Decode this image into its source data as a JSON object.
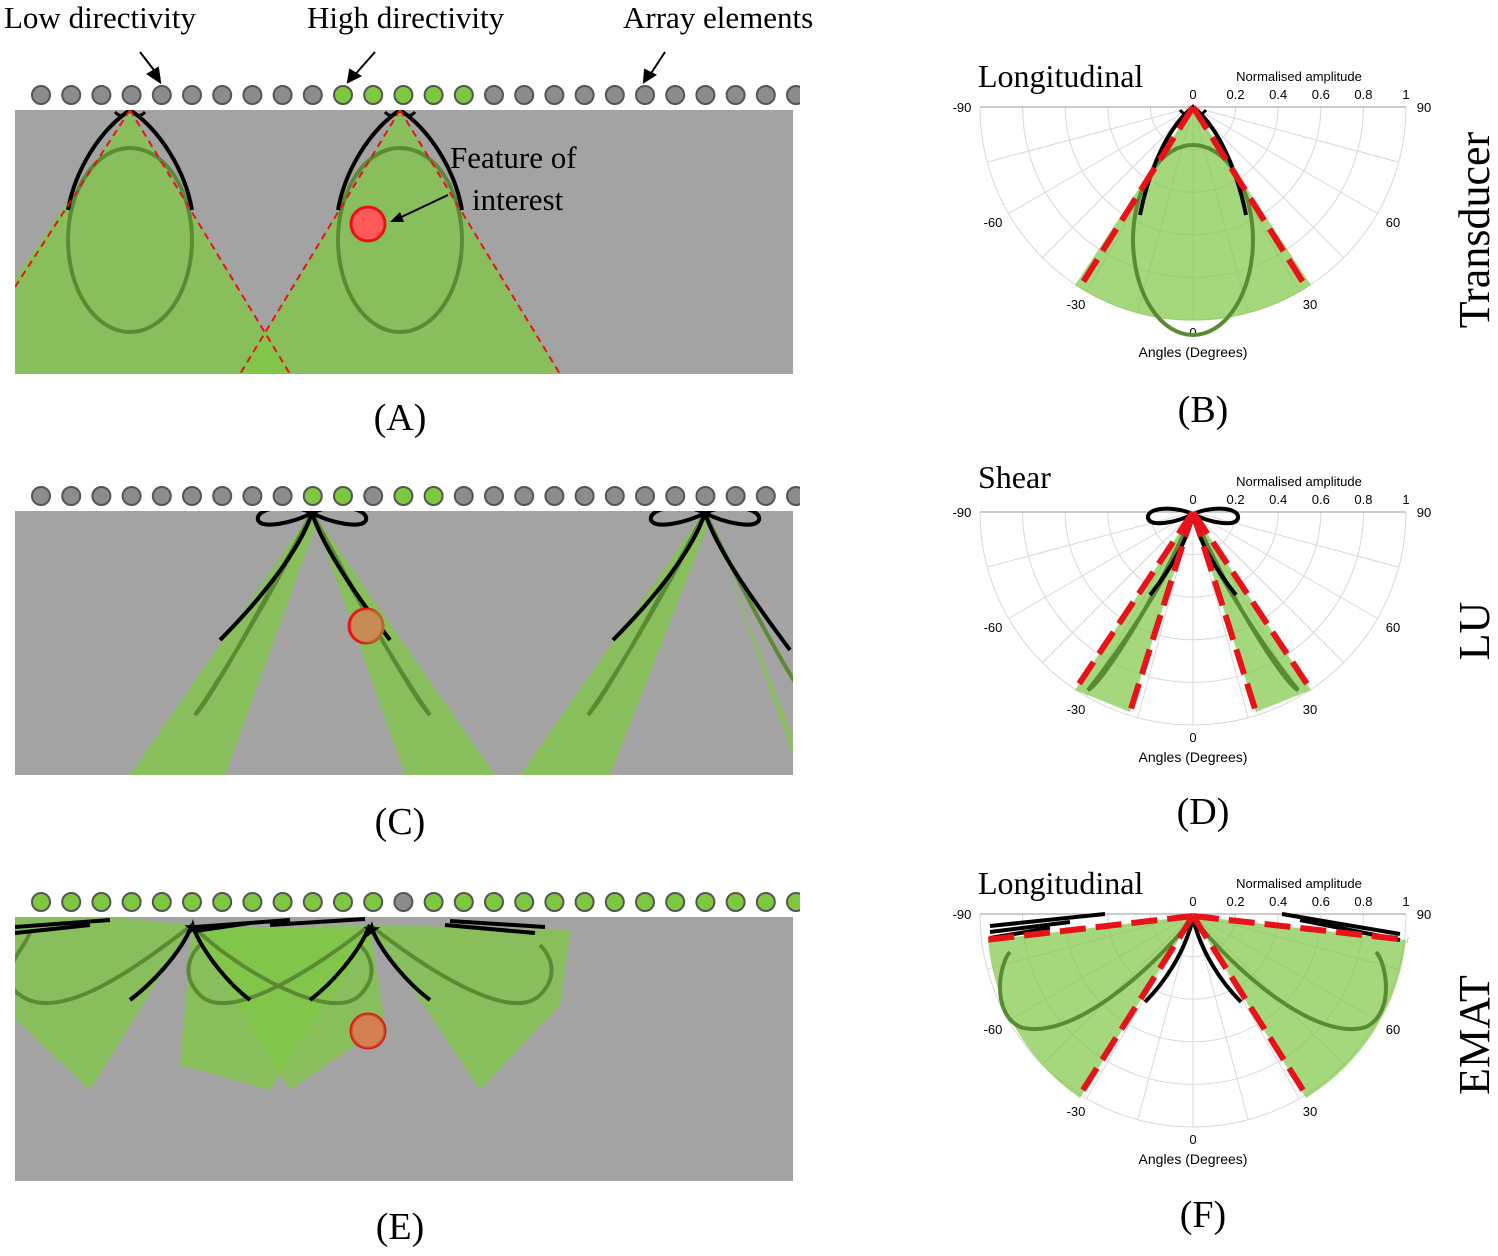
{
  "annotations": {
    "low_directivity": "Low directivity",
    "high_directivity": "High directivity",
    "array_elements": "Array elements",
    "feature_of_interest": [
      "Feature of",
      "interest"
    ]
  },
  "panels": {
    "a": "(A)",
    "b": "(B)",
    "c": "(C)",
    "d": "(D)",
    "e": "(E)",
    "f": "(F)"
  },
  "rows": {
    "transducer": "Transducer",
    "lu": "LU",
    "emat": "EMAT"
  },
  "polar_common": {
    "amplitude_label": "Normalised amplitude",
    "amplitude_ticks": [
      "0",
      "0.2",
      "0.4",
      "0.6",
      "0.8",
      "1"
    ],
    "angle_label": "Angles (Degrees)",
    "angle_ticks": {
      "left90": "-90",
      "right90": "90",
      "left60": "-60",
      "right60": "60",
      "left30": "-30",
      "right30": "30",
      "bottom": "0"
    }
  },
  "polar_titles": {
    "b": "Longitudinal",
    "d": "Shear",
    "f": "Longitudinal"
  },
  "colors": {
    "beam_green": "#7fc844",
    "element_green": "#7ec83f",
    "element_grey": "#8c8c8c",
    "medium_grey": "#a3a3a3",
    "marker_red": "#e8121a"
  },
  "arrays": {
    "a": {
      "active": [
        10,
        11,
        12,
        13,
        14
      ]
    },
    "c": {
      "active": [
        9,
        10,
        12,
        13
      ]
    },
    "e": {
      "active": [
        0,
        1,
        2,
        3,
        4,
        5,
        6,
        7,
        8,
        9,
        10,
        11,
        13,
        14,
        15,
        16,
        17,
        18,
        19,
        20,
        21,
        22,
        23,
        24,
        25
      ]
    }
  }
}
